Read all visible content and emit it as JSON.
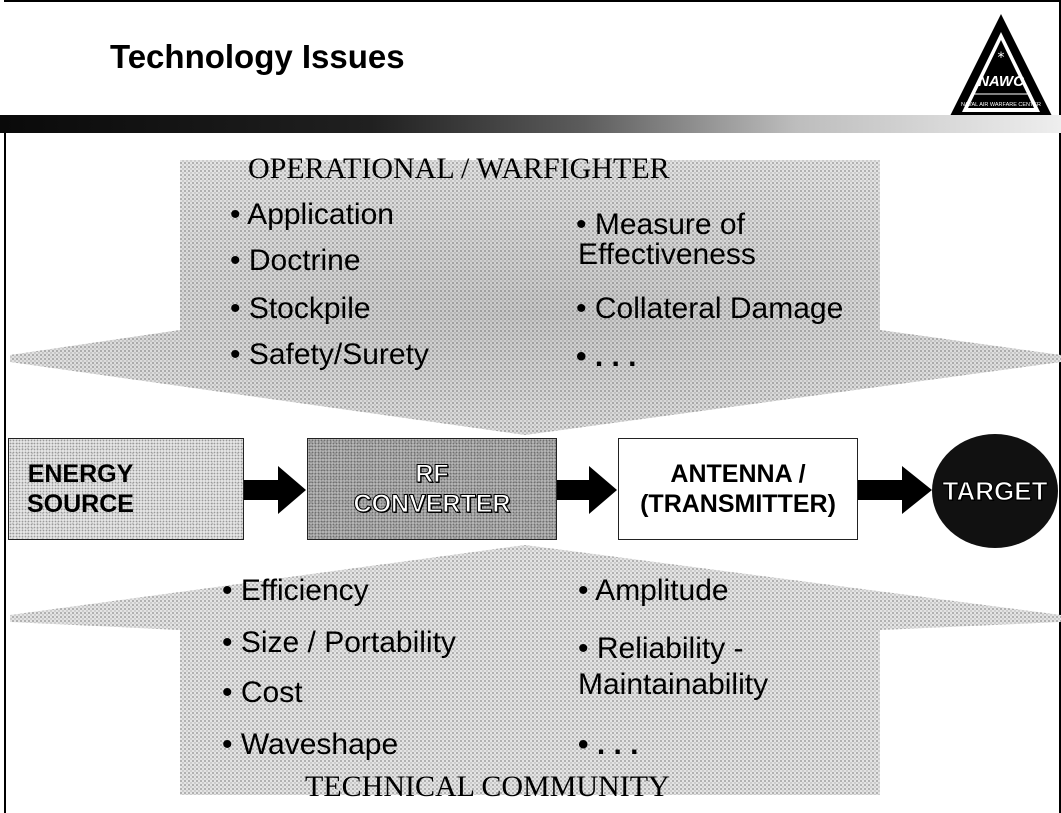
{
  "title": "Technology Issues",
  "logo": {
    "icon": "nawc-triangle-logo",
    "text": "NAWC",
    "subtext": "NAVAL AIR WARFARE CENTER"
  },
  "top_section": {
    "heading": "OPERATIONAL / WARFIGHTER",
    "left_items": [
      "• Application",
      "• Doctrine",
      "• Stockpile",
      "• Safety/Surety"
    ],
    "right_items": [
      "• Measure of",
      "Effectiveness",
      "• Collateral Damage",
      "• . . ."
    ]
  },
  "flow": {
    "box1_line1": "ENERGY",
    "box1_line2": "SOURCE",
    "box2_line1": "RF",
    "box2_line2": "CONVERTER",
    "box3_line1": "ANTENNA /",
    "box3_line2": "(TRANSMITTER)",
    "target": "TARGET"
  },
  "bottom_section": {
    "heading": "TECHNICAL COMMUNITY",
    "left_items": [
      "• Efficiency",
      "• Size / Portability",
      "• Cost",
      "• Waveshape"
    ],
    "right_items": [
      "• Amplitude",
      "• Reliability -",
      "Maintainability",
      "• . . ."
    ]
  }
}
